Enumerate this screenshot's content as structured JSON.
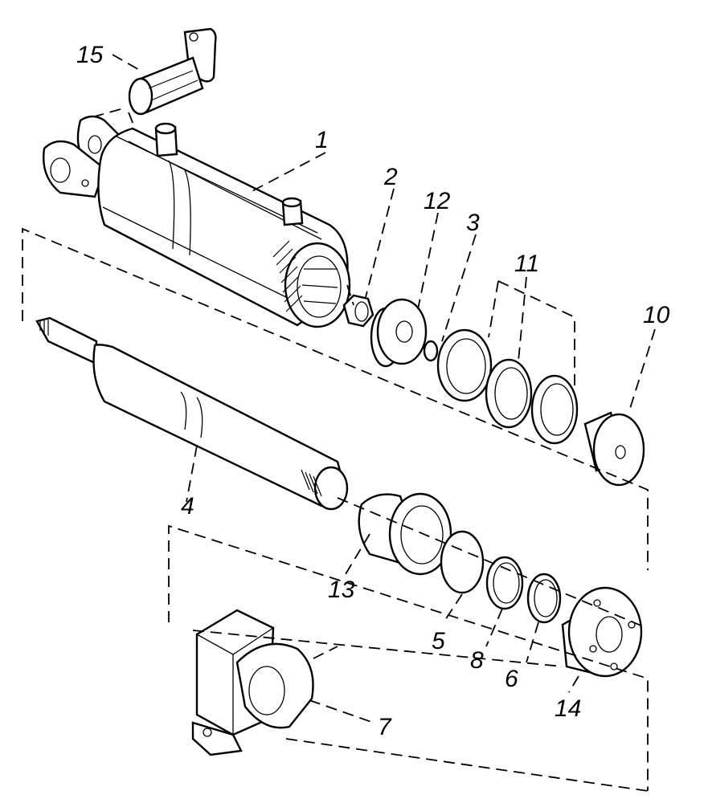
{
  "callouts": [
    {
      "id": "15",
      "text": "15"
    },
    {
      "id": "1",
      "text": "1"
    },
    {
      "id": "2",
      "text": "2"
    },
    {
      "id": "12",
      "text": "12"
    },
    {
      "id": "3",
      "text": "3"
    },
    {
      "id": "11",
      "text": "11"
    },
    {
      "id": "10",
      "text": "10"
    },
    {
      "id": "4",
      "text": "4"
    },
    {
      "id": "13",
      "text": "13"
    },
    {
      "id": "5",
      "text": "5"
    },
    {
      "id": "8",
      "text": "8"
    },
    {
      "id": "6",
      "text": "6"
    },
    {
      "id": "14",
      "text": "14"
    },
    {
      "id": "7",
      "text": "7"
    }
  ]
}
